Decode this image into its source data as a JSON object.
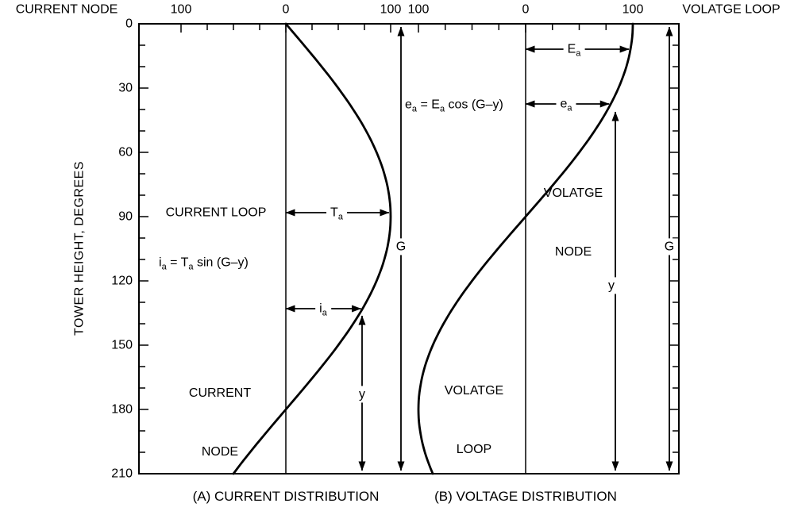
{
  "figure": {
    "top_left_label": "CURRENT NODE",
    "top_right_label": "VOLATGE LOOP",
    "y_axis_label": "TOWER HEIGHT, DEGREES",
    "caption_a": "(A) CURRENT DISTRIBUTION",
    "caption_b": "(B) VOLTAGE DISTRIBUTION"
  },
  "axes": {
    "y_ticks": [
      "0",
      "30",
      "60",
      "90",
      "120",
      "150",
      "180",
      "210"
    ],
    "panel_a_top": [
      "100",
      "0",
      "100"
    ],
    "panel_b_top": [
      "100",
      "0",
      "100"
    ]
  },
  "panel_a": {
    "loop_label": "CURRENT LOOP",
    "node_line1": "CURRENT",
    "node_line2": "NODE",
    "formula": {
      "p1": "i",
      "s1": "a",
      "p2": " = T",
      "s2": "a",
      "p3": " sin (G–y)"
    },
    "ta": {
      "base": "T",
      "sub": "a"
    },
    "ia": {
      "base": "i",
      "sub": "a"
    },
    "y_label": "y",
    "g_label": "G"
  },
  "panel_b": {
    "node_line1": "VOLATGE",
    "node_line2": "NODE",
    "loop_line1": "VOLATGE",
    "loop_line2": "LOOP",
    "formula": {
      "p1": "e",
      "s1": "a",
      "p2": " = E",
      "s2": "a",
      "p3": " cos (G–y)"
    },
    "ea_big": {
      "base": "E",
      "sub": "a"
    },
    "ea_small": {
      "base": "e",
      "sub": "a"
    },
    "y_label": "y",
    "g_label": "G"
  },
  "chart_data": [
    {
      "type": "line",
      "title": "(A) CURRENT DISTRIBUTION",
      "ylabel": "TOWER HEIGHT, DEGREES",
      "y_range_deg": [
        0,
        210
      ],
      "y_tick_step": 30,
      "x_range": [
        -100,
        100
      ],
      "x_tick_step": 25,
      "x_top_tick_labels": [
        "100",
        "0",
        "100"
      ],
      "function": "i_a = T_a sin (G–y)",
      "fn": "sin",
      "amplitude": 100,
      "G_degrees": 210,
      "annotations": [
        "CURRENT LOOP at 90 deg",
        "CURRENT NODE near 180 deg",
        "T_a amplitude arrow at 90 deg",
        "i_a sample arrow near 133 deg",
        "y height arrow from base",
        "G full-height arrow"
      ],
      "heights_deg": [
        0,
        15,
        30,
        45,
        60,
        75,
        90,
        105,
        120,
        135,
        150,
        165,
        180,
        195,
        210
      ],
      "values": [
        0,
        25.9,
        50,
        70.7,
        86.6,
        96.6,
        100,
        96.6,
        86.6,
        70.7,
        50,
        25.9,
        0,
        -25.9,
        -50
      ]
    },
    {
      "type": "line",
      "title": "(B) VOLTAGE DISTRIBUTION",
      "ylabel": "TOWER HEIGHT, DEGREES",
      "y_range_deg": [
        0,
        210
      ],
      "y_tick_step": 30,
      "x_range": [
        -100,
        100
      ],
      "x_tick_step": 25,
      "x_top_tick_labels": [
        "100",
        "0",
        "100"
      ],
      "function": "e_a = E_a cos (G–y)",
      "fn": "cos",
      "amplitude": 100,
      "G_degrees": 210,
      "annotations": [
        "VOLATGE NODE at 90 deg",
        "VOLATGE LOOP at 180 deg",
        "E_a amplitude arrow near top",
        "e_a sample arrow near 37 deg",
        "y height arrow from base",
        "G full-height arrow"
      ],
      "heights_deg": [
        0,
        15,
        30,
        45,
        60,
        75,
        90,
        105,
        120,
        135,
        150,
        165,
        180,
        195,
        210
      ],
      "values": [
        100,
        96.6,
        86.6,
        70.7,
        50,
        25.9,
        0,
        -25.9,
        -50,
        -70.7,
        -86.6,
        -96.6,
        -100,
        -96.6,
        -86.6
      ]
    }
  ]
}
